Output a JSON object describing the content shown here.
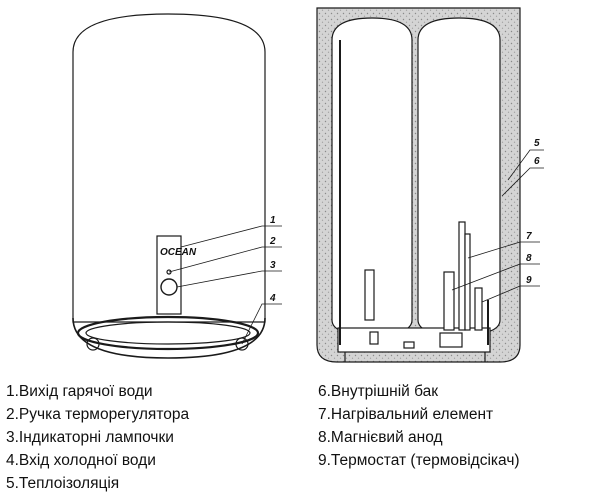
{
  "brand": "OCEAN",
  "legend": [
    {
      "num": "1",
      "label": "1.Вихід гарячої води"
    },
    {
      "num": "2",
      "label": "2.Ручка терморегулятора"
    },
    {
      "num": "3",
      "label": "3.Індикаторні лампочки"
    },
    {
      "num": "4",
      "label": "4.Вхід холодної води"
    },
    {
      "num": "5",
      "label": "5.Теплоізоляція"
    },
    {
      "num": "6",
      "label": "6.Внутрішній бак"
    },
    {
      "num": "7",
      "label": "7.Нагрівальний елемент"
    },
    {
      "num": "8",
      "label": "8.Магнієвий анод"
    },
    {
      "num": "9",
      "label": "9.Термостат (термовідсікач)"
    }
  ],
  "colors": {
    "line": "#1a1a1a",
    "insulation": "#c9c9c9",
    "body": "#ffffff"
  }
}
